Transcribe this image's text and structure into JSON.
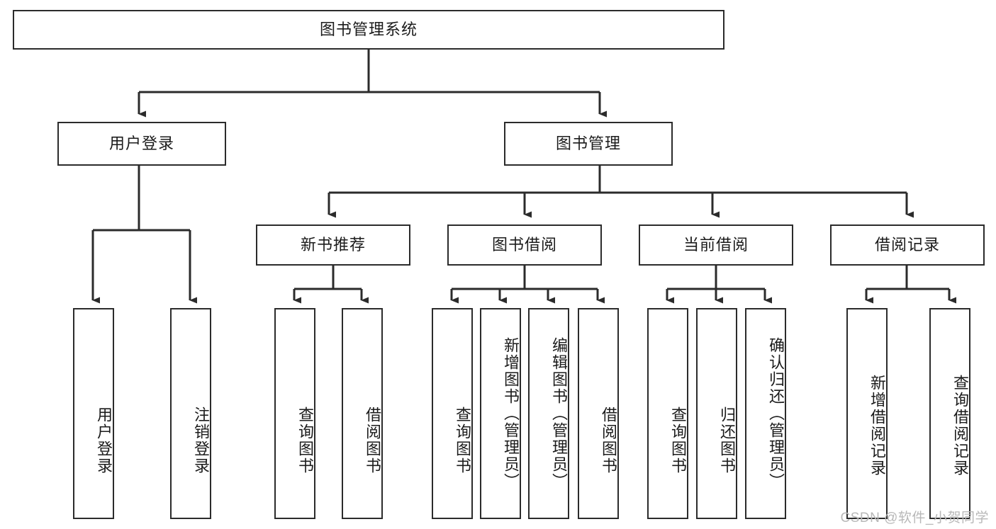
{
  "diagram": {
    "title": "图书管理系统",
    "type": "tree",
    "watermark": "CSDN @软件_小贺同学",
    "colors": {
      "box_border": "#2b2b2b",
      "box_fill": "#ffffff",
      "edge": "#2b2b2b",
      "text": "#1b1b1b",
      "watermark": "#b8b8b8",
      "background": "#ffffff"
    },
    "root": {
      "id": "root",
      "label": "图书管理系统",
      "orientation": "horizontal"
    },
    "level2": [
      {
        "id": "user-login",
        "label": "用户登录",
        "orientation": "horizontal"
      },
      {
        "id": "book-manage",
        "label": "图书管理",
        "orientation": "horizontal"
      }
    ],
    "level3": [
      {
        "id": "new-book-recommend",
        "label": "新书推荐",
        "parent": "book-manage",
        "orientation": "horizontal"
      },
      {
        "id": "book-borrow",
        "label": "图书借阅",
        "parent": "book-manage",
        "orientation": "horizontal"
      },
      {
        "id": "current-borrow",
        "label": "当前借阅",
        "parent": "book-manage",
        "orientation": "horizontal"
      },
      {
        "id": "borrow-record",
        "label": "借阅记录",
        "parent": "book-manage",
        "orientation": "horizontal"
      }
    ],
    "leaves": [
      {
        "id": "leaf-user-login",
        "label": "用户登录",
        "parent": "user-login",
        "orientation": "vertical"
      },
      {
        "id": "leaf-user-logout",
        "label": "注销登录",
        "parent": "user-login",
        "orientation": "vertical"
      },
      {
        "id": "leaf-query-book-1",
        "label": "查询图书",
        "parent": "new-book-recommend",
        "orientation": "vertical"
      },
      {
        "id": "leaf-borrow-book-1",
        "label": "借阅图书",
        "parent": "new-book-recommend",
        "orientation": "vertical"
      },
      {
        "id": "leaf-query-book-2",
        "label": "查询图书",
        "parent": "book-borrow",
        "orientation": "vertical"
      },
      {
        "id": "leaf-add-book",
        "label": "新增图书（管理员）",
        "parent": "book-borrow",
        "orientation": "vertical"
      },
      {
        "id": "leaf-edit-book",
        "label": "编辑图书（管理员）",
        "parent": "book-borrow",
        "orientation": "vertical"
      },
      {
        "id": "leaf-borrow-book-2",
        "label": "借阅图书",
        "parent": "book-borrow",
        "orientation": "vertical"
      },
      {
        "id": "leaf-query-book-3",
        "label": "查询图书",
        "parent": "current-borrow",
        "orientation": "vertical"
      },
      {
        "id": "leaf-return-book",
        "label": "归还图书",
        "parent": "current-borrow",
        "orientation": "vertical"
      },
      {
        "id": "leaf-confirm-return",
        "label": "确认归还（管理员）",
        "parent": "current-borrow",
        "orientation": "vertical"
      },
      {
        "id": "leaf-add-record",
        "label": "新增借阅记录",
        "parent": "borrow-record",
        "orientation": "vertical"
      },
      {
        "id": "leaf-query-record",
        "label": "查询借阅记录",
        "parent": "borrow-record",
        "orientation": "vertical"
      }
    ]
  }
}
